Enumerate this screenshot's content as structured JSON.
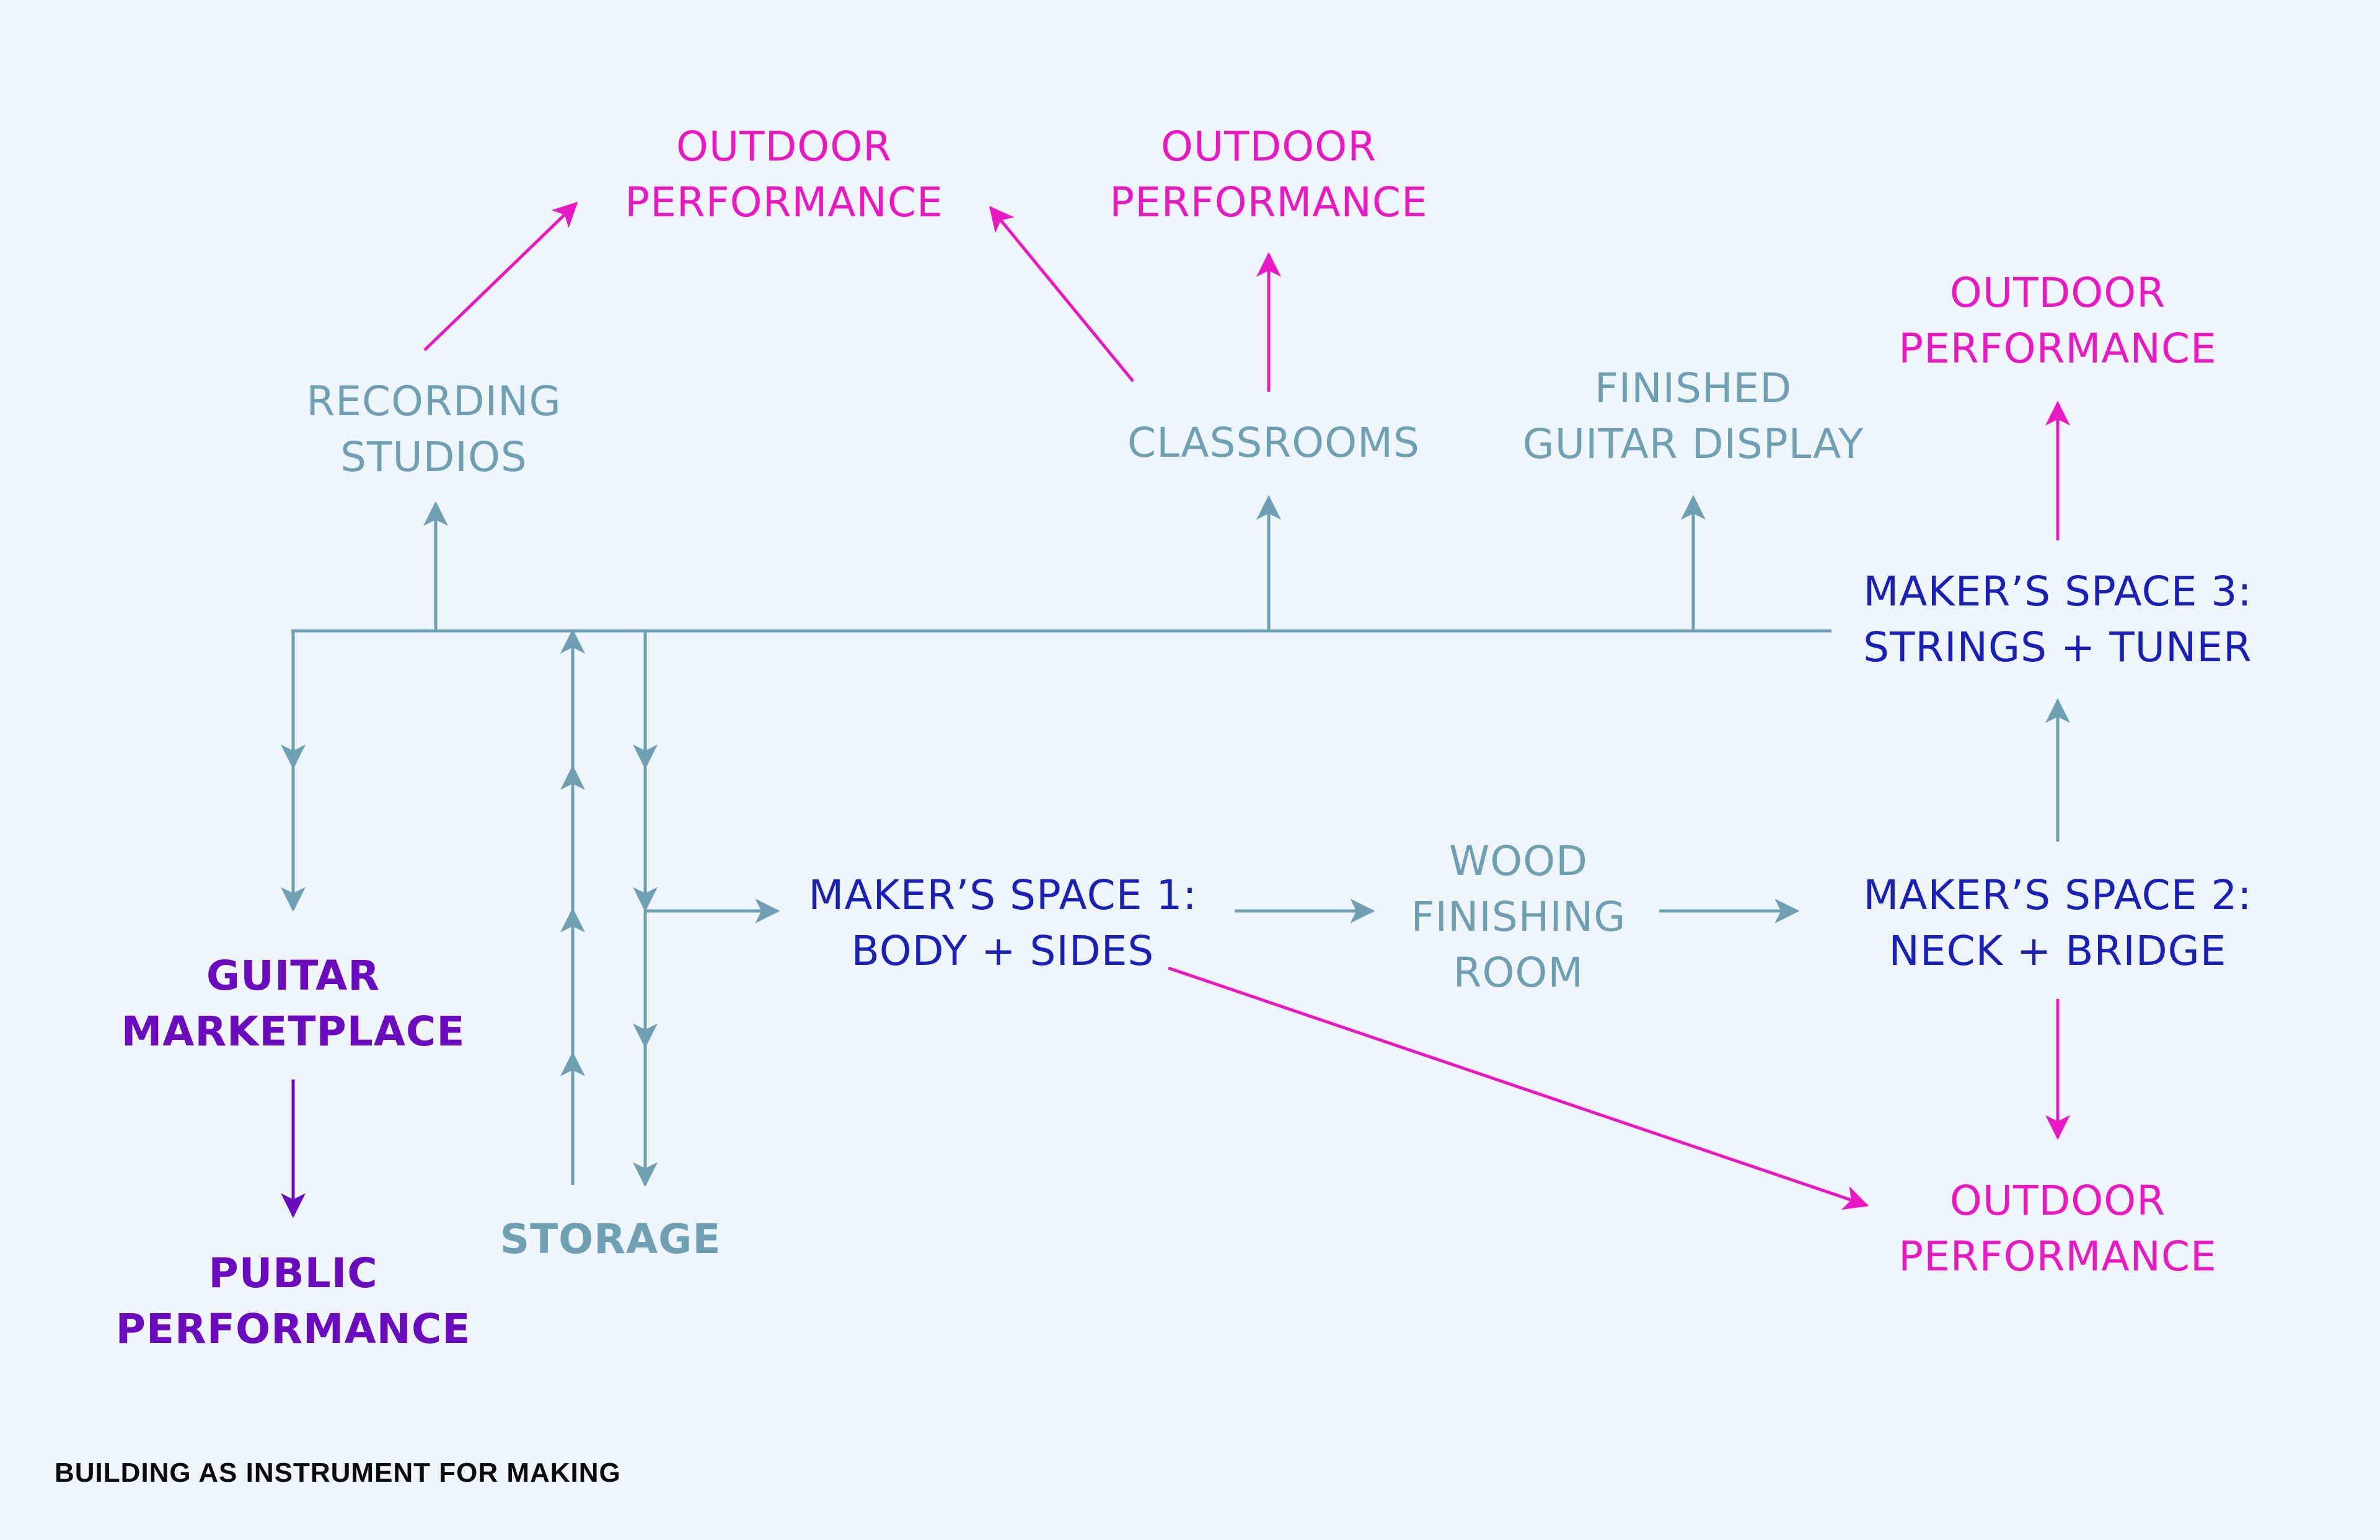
{
  "colors": {
    "background": "#eef6fb",
    "flow_line": "#6f9fb2",
    "performance": "#ea18c4",
    "makers_space": "#1a1fb8",
    "marketplace": "#6a0bbf"
  },
  "nodes": {
    "outdoor_1": [
      "OUTDOOR",
      "PERFORMANCE"
    ],
    "outdoor_2": [
      "OUTDOOR",
      "PERFORMANCE"
    ],
    "outdoor_3": [
      "OUTDOOR",
      "PERFORMANCE"
    ],
    "outdoor_4": [
      "OUTDOOR",
      "PERFORMANCE"
    ],
    "recording_studios": [
      "RECORDING",
      "STUDIOS"
    ],
    "classrooms": [
      "CLASSROOMS"
    ],
    "finished_guitar_display": [
      "FINISHED",
      "GUITAR DISPLAY"
    ],
    "makers_space_3": [
      "MAKER’S SPACE 3:",
      "STRINGS + TUNER"
    ],
    "makers_space_1": [
      "MAKER’S SPACE 1:",
      "BODY + SIDES"
    ],
    "wood_finishing_room": [
      "WOOD",
      "FINISHING",
      "ROOM"
    ],
    "makers_space_2": [
      "MAKER’S SPACE 2:",
      "NECK + BRIDGE"
    ],
    "guitar_marketplace": [
      "GUITAR",
      "MARKETPLACE"
    ],
    "public_performance": [
      "PUBLIC",
      "PERFORMANCE"
    ],
    "storage": [
      "STORAGE"
    ]
  },
  "caption": "BUILDING AS INSTRUMENT FOR MAKING"
}
